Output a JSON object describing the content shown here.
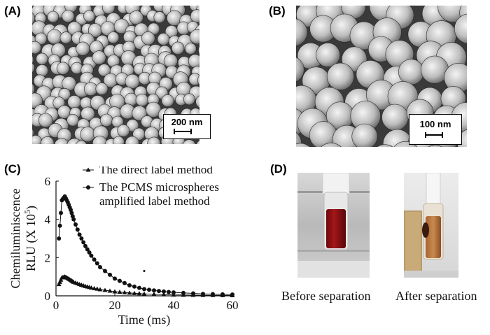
{
  "panels": {
    "a": {
      "label": "(A)",
      "scale": "200 nm"
    },
    "b": {
      "label": "(B)",
      "scale": "100 nm"
    },
    "c": {
      "label": "(C)"
    },
    "d": {
      "label": "(D)",
      "caption_left": "Before separation",
      "caption_right": "After separation"
    }
  },
  "colors": {
    "sem_bg": "#3a3a3a",
    "blood": "#8e0f12",
    "line": "#111111"
  },
  "chart_data": {
    "type": "line",
    "ylabel_line1": "Chemiluminiscence",
    "ylabel_line2": "RLU (X 10",
    "ylabel_exp": "5",
    "ylabel_close": ")",
    "xlabel": "Time (ms)",
    "xlim": [
      0,
      60
    ],
    "ylim": [
      0,
      6
    ],
    "xticks": [
      0,
      20,
      40,
      60
    ],
    "yticks": [
      0,
      2,
      4,
      6
    ],
    "legend_position": "top-right",
    "series": [
      {
        "name": "The direct label method",
        "marker": "triangle",
        "x": [
          1,
          2,
          3,
          4,
          5,
          6,
          8,
          10,
          12,
          15,
          20,
          25,
          30,
          40,
          50,
          60
        ],
        "y": [
          0.6,
          0.95,
          1.0,
          0.92,
          0.82,
          0.72,
          0.6,
          0.5,
          0.42,
          0.33,
          0.22,
          0.15,
          0.1,
          0.05,
          0.03,
          0.02
        ]
      },
      {
        "name": "The PCMS microspheres amplified label method",
        "marker": "circle",
        "x": [
          1,
          2,
          3,
          4,
          5,
          6,
          8,
          10,
          12,
          15,
          20,
          25,
          30,
          35,
          40,
          50,
          60
        ],
        "y": [
          3.0,
          5.0,
          5.2,
          4.9,
          4.5,
          4.0,
          3.2,
          2.6,
          2.1,
          1.5,
          0.9,
          0.55,
          0.35,
          0.25,
          0.18,
          0.1,
          0.07
        ]
      },
      {
        "name": "",
        "marker": "dot",
        "x": [
          30
        ],
        "y": [
          1.3
        ]
      }
    ]
  }
}
